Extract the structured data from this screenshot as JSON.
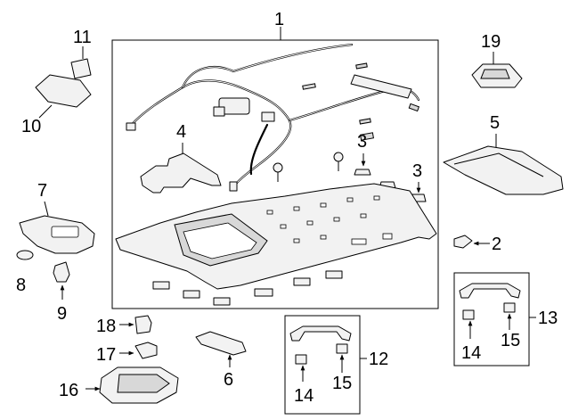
{
  "callouts": {
    "c1": "1",
    "c2": "2",
    "c3a": "3",
    "c3b": "3",
    "c4": "4",
    "c5": "5",
    "c6": "6",
    "c7": "7",
    "c8": "8",
    "c9": "9",
    "c10": "10",
    "c11": "11",
    "c12": "12",
    "c13": "13",
    "c14a": "14",
    "c14b": "14",
    "c15a": "15",
    "c15b": "15",
    "c16": "16",
    "c17": "17",
    "c18": "18",
    "c19": "19"
  }
}
